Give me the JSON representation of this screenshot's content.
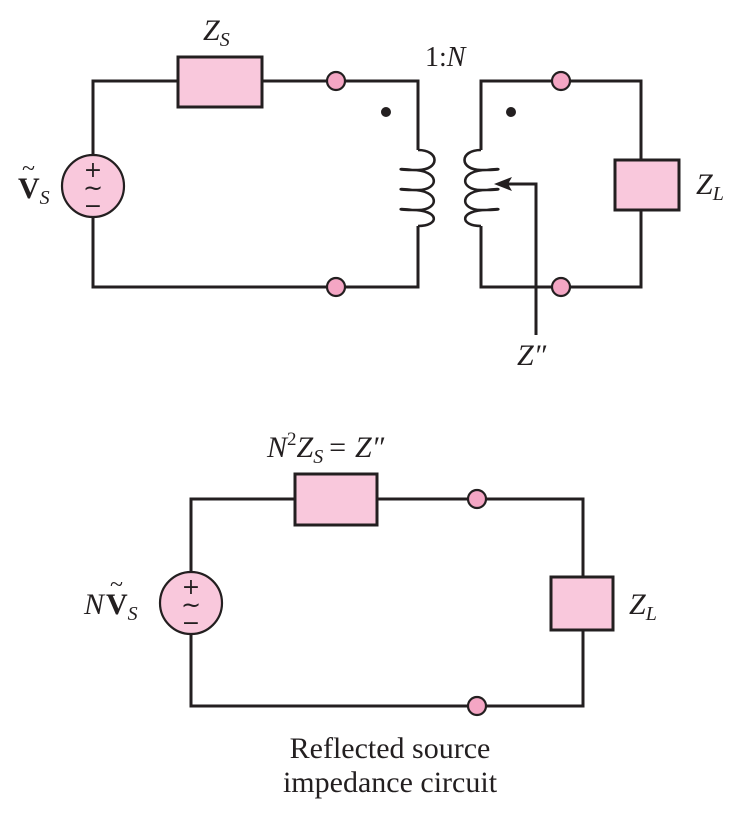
{
  "top": {
    "source_impedance": {
      "main": "Z",
      "sub": "S"
    },
    "source_voltage": {
      "tilde": "~",
      "main": "V",
      "sub": "S"
    },
    "turns_ratio": {
      "prefix": "1:",
      "n": "N"
    },
    "load_impedance": {
      "main": "Z",
      "sub": "L"
    },
    "reflected_label": "Z″"
  },
  "bottom": {
    "reflected_impedance": {
      "n": "N",
      "exp": "2",
      "z": "Z",
      "sub": "S",
      "equals": "= Z″"
    },
    "source_voltage": {
      "n": "N",
      "tilde": "~",
      "main": "V",
      "sub": "S"
    },
    "load_impedance": {
      "main": "Z",
      "sub": "L"
    }
  },
  "source_symbol": {
    "plus": "+",
    "wave": "~",
    "minus": "−"
  },
  "caption": {
    "line1": "Reflected source",
    "line2": "impedance circuit"
  },
  "colors": {
    "component_fill": "#f9c8dc",
    "terminal_fill": "#f4a6c4",
    "stroke": "#231f20"
  }
}
